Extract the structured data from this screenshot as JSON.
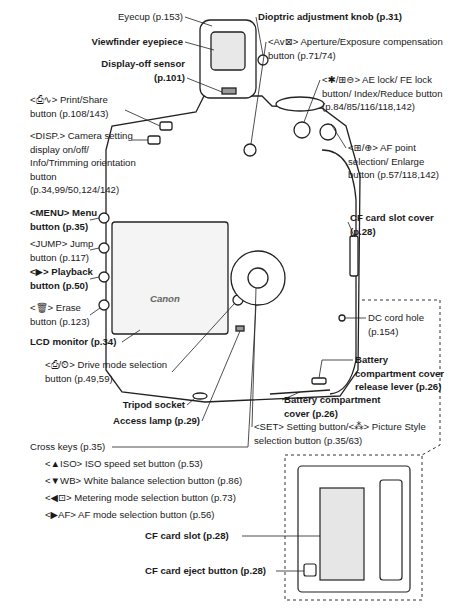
{
  "diagram": {
    "labels": [
      "Eyecup (p.153)",
      "Viewfinder eyepiece",
      "Display-off sensor (p.101)",
      "<⎙∿> Print/Share button (p.108/143)",
      "<DISP.> Camera setting display on/off/ Info/Trimming orientation button (p.34,99/50,124/142)",
      "<MENU> Menu button (p.35)",
      "<JUMP> Jump button (p.117)",
      "<▶> Playback button (p.50)",
      "<🗑> Erase button (p.123)",
      "LCD monitor (p.34)",
      "<⎙/⏲> Drive mode selection button (p.49,59)",
      "Tripod socket",
      "Access lamp (p.29)",
      "Cross keys (p.35)",
      "<▲ISO> ISO speed set button (p.53)",
      "<▼WB> White balance selection button (p.86)",
      "<◀⊡> Metering mode selection button (p.73)",
      "<▶AF> AF mode selection button (p.56)",
      "CF card slot (p.28)",
      "CF card eject button (p.28)",
      "Dioptric adjustment knob (p.31)",
      "<Av⊠> Aperture/Exposure compensation button (p.71/74)",
      "<✱/⊞⊖> AE lock/ FE lock button/ Index/Reduce button (p.84/85/116/118,142)",
      "<⊞/⊕> AF point selection/ Enlarge button (p.57/118,142)",
      "CF card slot cover (p.28)",
      "DC cord hole (p.154)",
      "Battery compartment cover release lever (p.26)",
      "Battery compartment cover (p.26)",
      "<SET> Setting button/<⁂> Picture Style selection button (p.35/63)",
      "Canon"
    ]
  }
}
